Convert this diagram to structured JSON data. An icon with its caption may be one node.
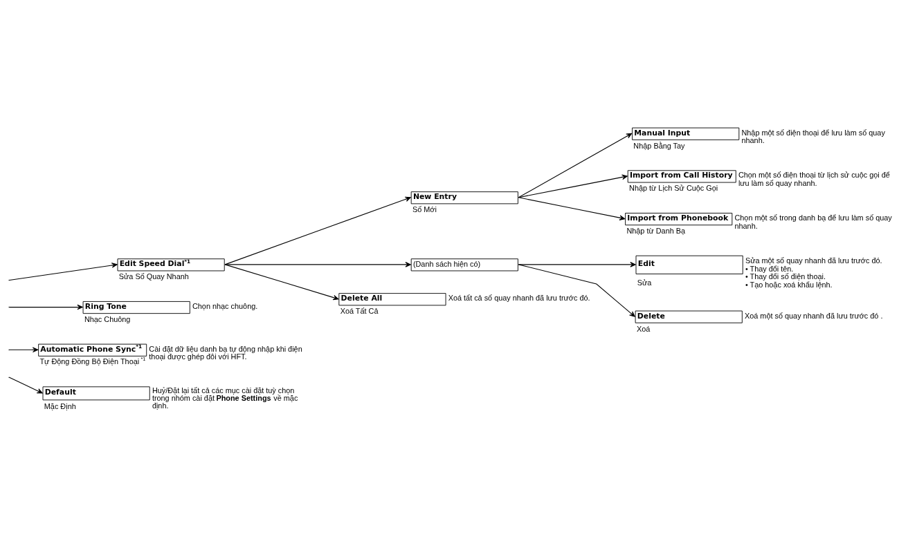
{
  "diagram": {
    "nodes": [
      {
        "text": [
          "Edit Speed Dial$^{*1}$",
          "Sửa Số Quay Nhanh"
        ]
      },
      {
        "text": [
          "New Entry",
          "Số Mới"
        ]
      },
      {
        "text": [
          "Manual Input",
          "Nhập Bằng Tay"
        ],
        "beside": [
          "Nhập một số điện thoại để lưu làm số quay nhanh."
        ]
      },
      {
        "text": [
          "Import from Call History",
          "Nhập từ Lịch Sử Cuộc Gọi"
        ],
        "beside": [
          "Chọn một số điện thoại từ lịch sử cuộc gọi để lưu làm số quay nhanh."
        ]
      },
      {
        "text": [
          "Import from Phonebook",
          "Nhập từ Danh Bạ"
        ],
        "beside": [
          "Chọn một số trong danh bạ để lưu làm số quay nhanh."
        ]
      },
      {
        "text": [
          "(Danh sách hiện có)"
        ]
      },
      {
        "text": [
          "Edit",
          "Sửa"
        ],
        "beside": [
          "Sửa một số quay nhanh đã lưu trước đó.",
          "• Thay đổi tên.",
          "• Thay đổi số điện thoại.",
          "• Tạo hoặc xoá khẩu lệnh."
        ]
      },
      {
        "text": [
          "Delete",
          "Xoá"
        ],
        "beside": [
          "Xoá một số quay nhanh đã lưu trước đó ."
        ]
      },
      {
        "text": [
          "Delete All",
          "Xoá Tất Cả"
        ],
        "beside": [
          "Xoá tất cả số quay nhanh đã lưu trước đó."
        ]
      },
      {
        "text": [
          "Ring Tone",
          "Nhạc Chuông"
        ],
        "beside": [
          "Chọn nhạc chuông."
        ]
      },
      {
        "text": [
          "Automatic Phone Sync$^{*1}$",
          "Tự Động Đồng Bộ Điện Thoại$^{*1}$"
        ],
        "beside": [
          "Cài đặt dữ liệu danh bạ tự động nhập khi điện thoại được ghép đôi với HFT."
        ]
      },
      {
        "text": [
          "Default",
          "Mặc Định"
        ],
        "beside": [
          "Huỷ/Đặt lại tất cả các mục cài đặt tuỳ chọn trong nhóm cài đặt **Phone Settings** về mặc định."
        ]
      }
    ],
    "edges": [
      {
        "from": null,
        "to": 0,
        "arrow": "to"
      },
      {
        "from": 0,
        "to": 1,
        "arrow": "to"
      },
      {
        "from": 1,
        "to": 2,
        "arrow": "to"
      },
      {
        "from": 1,
        "to": 3,
        "arrow": "to"
      },
      {
        "from": 1,
        "to": 4,
        "arrow": "to"
      },
      {
        "from": 0,
        "to": 5,
        "arrow": "to"
      },
      {
        "from": 5,
        "to": 6,
        "arrow": "to"
      },
      {
        "from": 5,
        "to": 7,
        "arrow": "to"
      },
      {
        "from": 0,
        "to": 8,
        "arrow": "to"
      },
      {
        "from": null,
        "to": 9,
        "arrow": "to"
      },
      {
        "from": null,
        "to": 10,
        "arrow": "to"
      },
      {
        "from": null,
        "to": 11,
        "arrow": "to"
      }
    ]
  }
}
